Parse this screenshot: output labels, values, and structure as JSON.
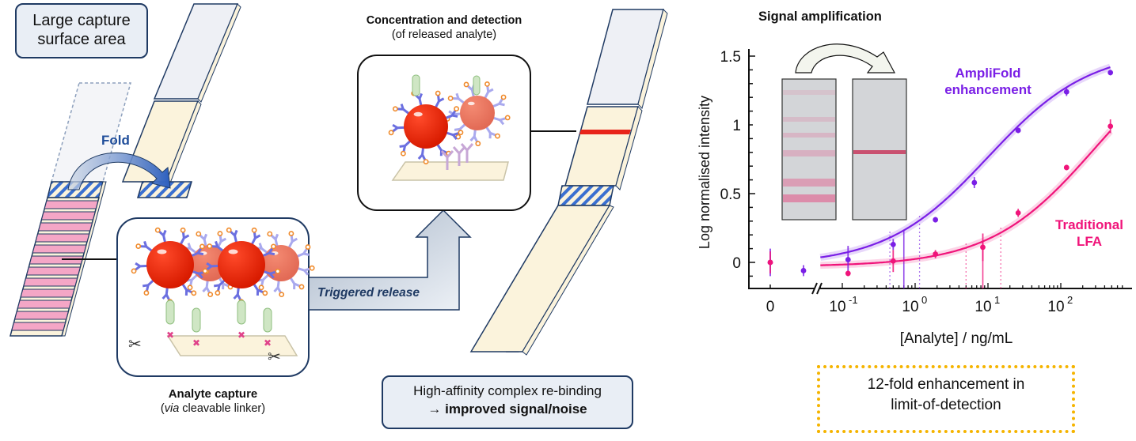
{
  "left_panel": {
    "callout_line1": "Large capture",
    "callout_line2": "surface area",
    "fold_label": "Fold",
    "capture_title": "Analyte capture",
    "capture_sub_italic": "via",
    "capture_sub_rest": " cleavable linker)",
    "capture_sub_open": "("
  },
  "middle_panel": {
    "detection_title": "Concentration and detection",
    "detection_sub": "(of released analyte)",
    "release_label": "Triggered release",
    "rebinding_line1": "High-affinity complex re-binding",
    "rebinding_arrow": "→ ",
    "rebinding_line2": "improved signal/noise"
  },
  "right_panel": {
    "inset_title": "Signal amplification",
    "lod_line1": "12-fold enhancement in",
    "lod_line2": "limit-of-detection"
  },
  "colors": {
    "ampli": "#7a1fe6",
    "lfa": "#f0147a",
    "strip_outline": "#1f3a63",
    "strip_fill": "#fbf3dc",
    "strip_top": "#eef0f5",
    "band_pink": "#f4a6c6",
    "hatch": "#3a6fd0",
    "lod_border": "#f5b400"
  },
  "chart_data": {
    "type": "scatter",
    "title": "",
    "xlabel": "[Analyte] / ng/mL",
    "ylabel": "Log normalised intensity",
    "xscale": "log (with broken axis for 0)",
    "x_ticks": [
      "0",
      "10^-1",
      "10^0",
      "10^1",
      "10^2"
    ],
    "y_ticks": [
      "0",
      "0.5",
      "1",
      "1.5"
    ],
    "ylim": [
      -0.2,
      1.6
    ],
    "xlim": [
      0.04,
      700
    ],
    "series": [
      {
        "name": "AmpliFold enhancement",
        "color": "#7a1fe6",
        "zero_point": {
          "x": 0,
          "y": 0.0,
          "err": 0.1
        },
        "blank_point": {
          "y": -0.06,
          "err": 0.04
        },
        "points": [
          {
            "x": 0.12,
            "y": 0.02,
            "err": 0.1
          },
          {
            "x": 0.5,
            "y": 0.13,
            "err": 0.04
          },
          {
            "x": 1.9,
            "y": 0.31,
            "err": 0.02
          },
          {
            "x": 6.5,
            "y": 0.58,
            "err": 0.04
          },
          {
            "x": 26,
            "y": 0.96,
            "err": 0.02
          },
          {
            "x": 120,
            "y": 1.24,
            "err": 0.03
          },
          {
            "x": 480,
            "y": 1.38,
            "err": 0.02
          }
        ],
        "fit": {
          "bottom": -0.02,
          "top": 1.55,
          "ec50": 10,
          "hill": 0.62
        },
        "lod": 0.7,
        "lod_ci": [
          0.45,
          1.15
        ]
      },
      {
        "name": "Traditional LFA",
        "color": "#f0147a",
        "zero_point": {
          "x": 0,
          "y": 0.0,
          "err": 0.08
        },
        "points": [
          {
            "x": 0.12,
            "y": -0.08,
            "err": 0.02
          },
          {
            "x": 0.5,
            "y": 0.01,
            "err": 0.08
          },
          {
            "x": 1.9,
            "y": 0.06,
            "err": 0.03
          },
          {
            "x": 8.5,
            "y": 0.11,
            "err": 0.1
          },
          {
            "x": 26,
            "y": 0.36,
            "err": 0.03
          },
          {
            "x": 120,
            "y": 0.69,
            "err": 0.02
          },
          {
            "x": 480,
            "y": 0.99,
            "err": 0.05
          }
        ],
        "fit": {
          "bottom": -0.03,
          "top": 1.7,
          "ec50": 300,
          "hill": 0.6
        },
        "lod": 8.5,
        "lod_ci": [
          5,
          15
        ]
      }
    ],
    "legend": [
      "AmpliFold enhancement",
      "Traditional LFA"
    ],
    "annotation": "12-fold enhancement in limit-of-detection"
  }
}
